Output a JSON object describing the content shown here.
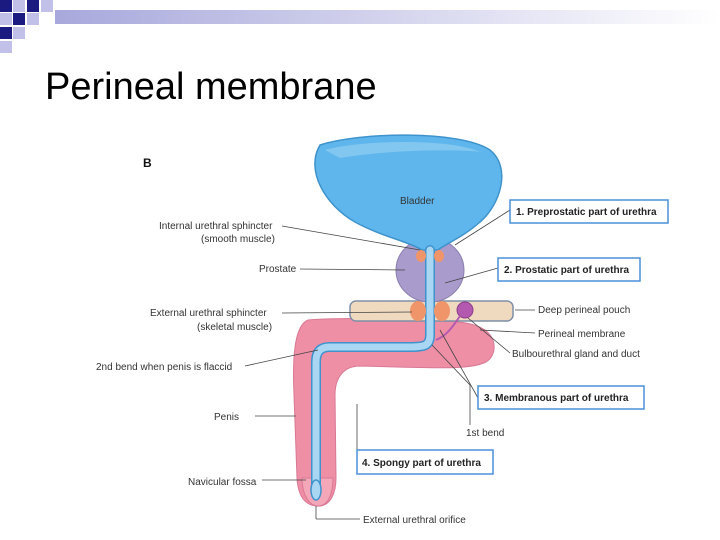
{
  "slide": {
    "title": "Perineal membrane"
  },
  "figure": {
    "panel_letter": "B",
    "organ_label": "Bladder",
    "left_labels": {
      "internal_sphincter_1": "Internal urethral sphincter",
      "internal_sphincter_2": "(smooth muscle)",
      "prostate": "Prostate",
      "external_sphincter_1": "External urethral sphincter",
      "external_sphincter_2": "(skeletal muscle)",
      "second_bend": "2nd bend when penis is flaccid",
      "penis": "Penis",
      "navicular_fossa": "Navicular fossa"
    },
    "right_labels": {
      "deep_perineal_pouch": "Deep perineal pouch",
      "perineal_membrane": "Perineal membrane",
      "bulbourethral": "Bulbourethral gland and duct",
      "first_bend": "1st bend",
      "external_orifice": "External urethral orifice"
    },
    "boxed_labels": {
      "preprostatic": "1. Preprostatic part of urethra",
      "prostatic": "2. Prostatic part of urethra",
      "membranous": "3. Membranous part of urethra",
      "spongy": "4. Spongy part of urethra"
    },
    "colors": {
      "bladder": "#5fb6ec",
      "urethra": "#a9d6f2",
      "prostate": "#a99ccc",
      "penis": "#ee8fa6",
      "pouch": "#efd9bf",
      "sphincter": "#f0956a",
      "box_border": "#4a90d9"
    }
  }
}
